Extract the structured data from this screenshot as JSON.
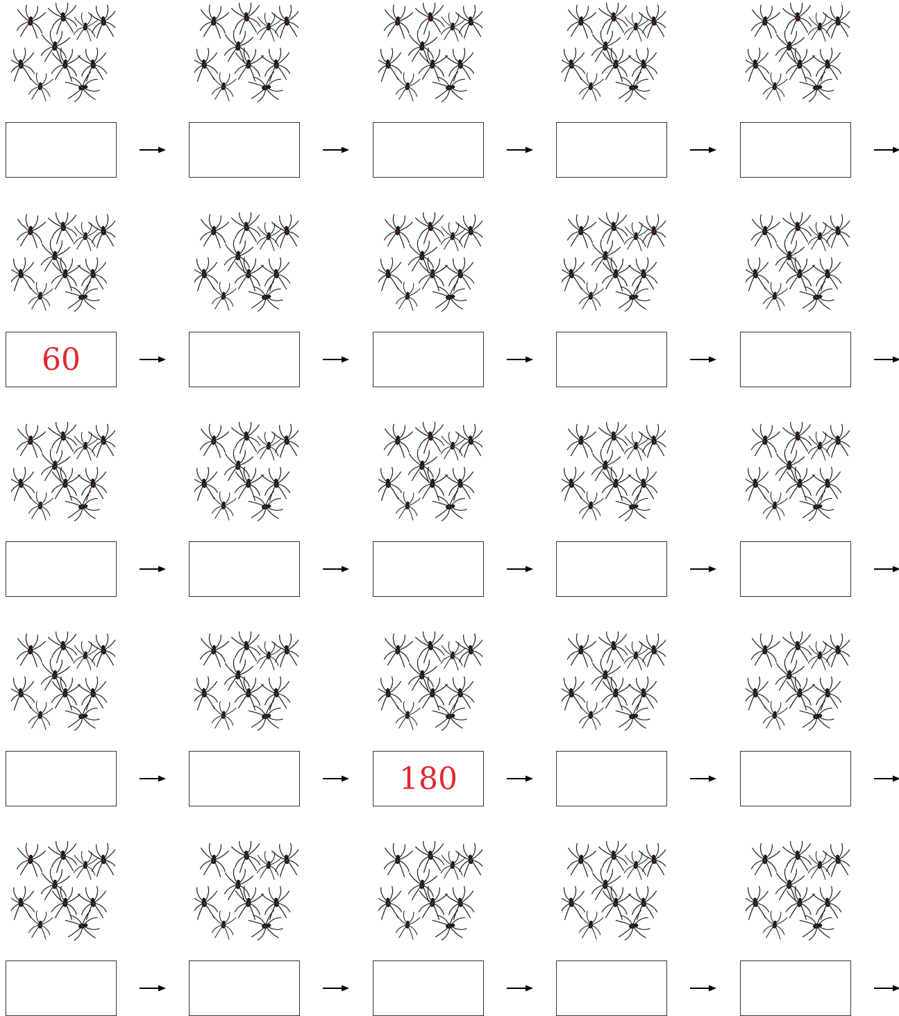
{
  "worksheet": {
    "rows": [
      {
        "boxes": [
          "",
          "",
          "",
          "",
          ""
        ]
      },
      {
        "boxes": [
          "60",
          "",
          "",
          "",
          ""
        ]
      },
      {
        "boxes": [
          "",
          "",
          "",
          "",
          ""
        ]
      },
      {
        "boxes": [
          "",
          "",
          "180",
          "",
          ""
        ]
      },
      {
        "boxes": [
          "",
          "",
          "",
          "",
          ""
        ]
      }
    ],
    "spiders_per_group": 10,
    "colors": {
      "given_number": "#e3262b",
      "box_border": "#333333",
      "spider_body": "#1a1a1a",
      "spider_mark": "#8b1a1a"
    },
    "icons": {
      "cluster": "spider-cluster-icon",
      "arrow": "right-arrow-icon"
    }
  }
}
